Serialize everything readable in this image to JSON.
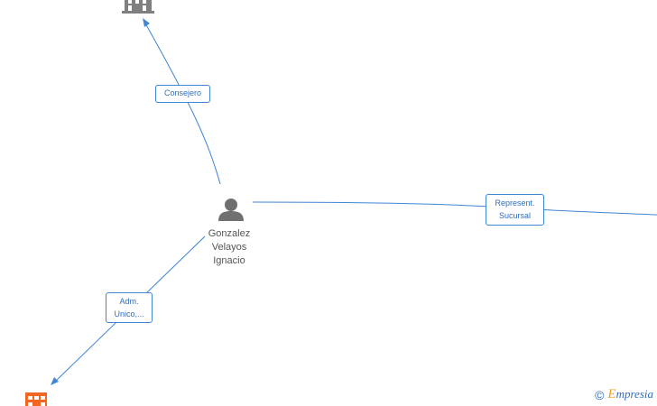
{
  "person": {
    "name_lines": [
      "Gonzalez",
      "Velayos",
      "Ignacio"
    ],
    "icon": "person-icon"
  },
  "companies": [
    {
      "id": "top",
      "icon": "building-icon",
      "color": "#808080"
    },
    {
      "id": "bottom-left",
      "icon": "building-icon",
      "color": "#f26522"
    }
  ],
  "edges": [
    {
      "id": "consejero",
      "label_lines": [
        "Consejero"
      ],
      "target": "top"
    },
    {
      "id": "represent",
      "label_lines": [
        "Represent.",
        "Sucursal"
      ],
      "target": "off-right"
    },
    {
      "id": "adm",
      "label_lines": [
        "Adm.",
        "Unico,..."
      ],
      "target": "bottom-left"
    }
  ],
  "footer": {
    "copyright": "©",
    "brand_initial": "E",
    "brand_rest": "mpresia"
  },
  "colors": {
    "edge": "#3f86d4",
    "label_text": "#2f6fc0",
    "person": "#707070"
  }
}
